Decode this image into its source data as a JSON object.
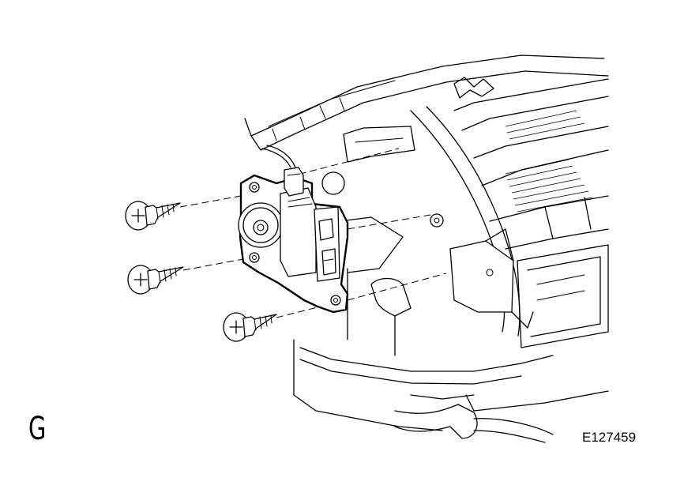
{
  "figure": {
    "view_letter": "G",
    "figure_code": "E127459"
  },
  "parts": {
    "actuator": "damper-servo-motor",
    "fasteners": [
      "screw",
      "screw",
      "screw"
    ]
  }
}
